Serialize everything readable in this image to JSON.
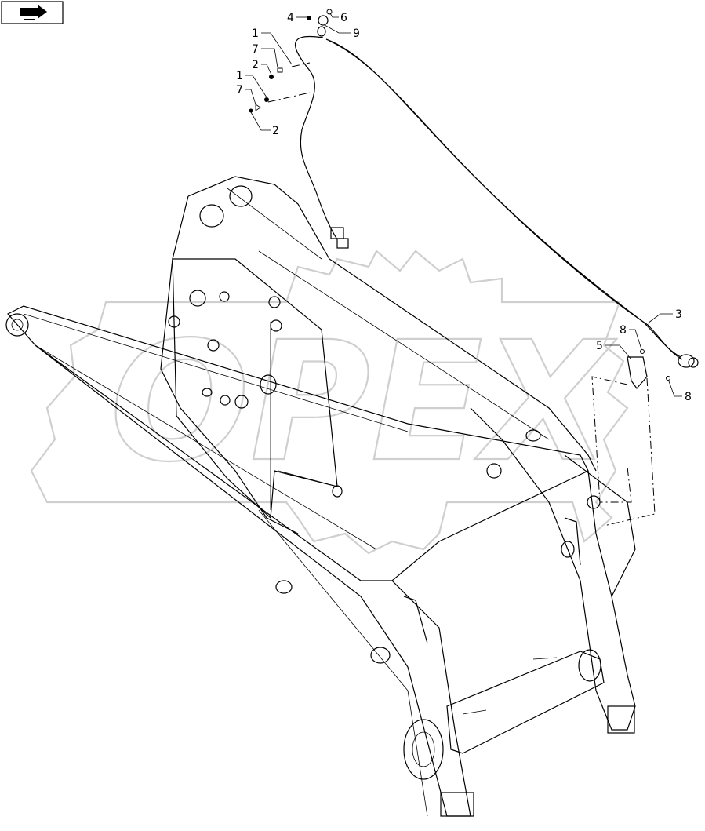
{
  "watermark": {
    "text": "OPEX"
  },
  "nav_icon": "forward-page-icon",
  "callouts": [
    {
      "id": "c1a",
      "text": "1"
    },
    {
      "id": "c7a",
      "text": "7"
    },
    {
      "id": "c2a",
      "text": "2"
    },
    {
      "id": "c1b",
      "text": "1"
    },
    {
      "id": "c7b",
      "text": "7"
    },
    {
      "id": "c2b",
      "text": "2"
    },
    {
      "id": "c4",
      "text": "4"
    },
    {
      "id": "c6",
      "text": "6"
    },
    {
      "id": "c9",
      "text": "9"
    },
    {
      "id": "c3",
      "text": "3"
    },
    {
      "id": "c8a",
      "text": "8"
    },
    {
      "id": "c5",
      "text": "5"
    },
    {
      "id": "c8b",
      "text": "8"
    }
  ]
}
